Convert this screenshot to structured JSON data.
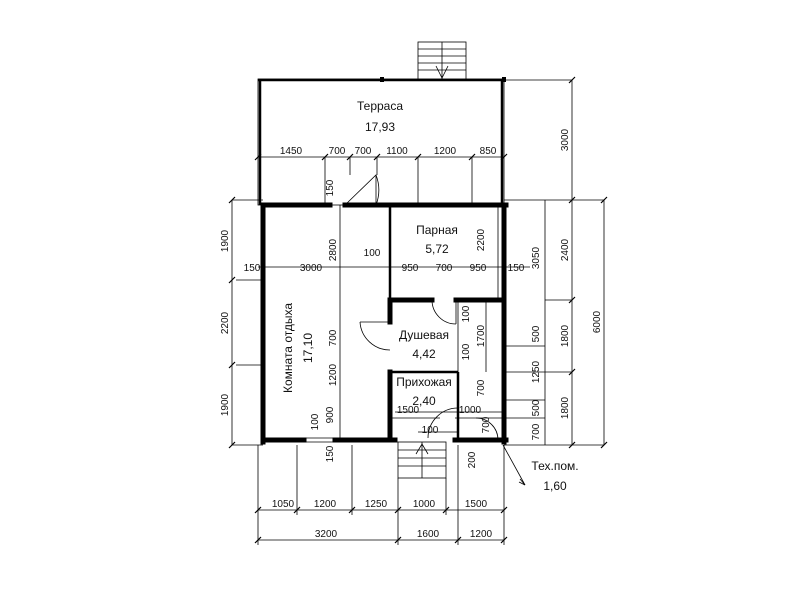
{
  "rooms": {
    "terrace": {
      "name": "Терраса",
      "area": "17,93"
    },
    "rest_room": {
      "name": "Комната отдыха",
      "area": "17,10"
    },
    "steam_room": {
      "name": "Парная",
      "area": "5,72"
    },
    "shower": {
      "name": "Душевая",
      "area": "4,42"
    },
    "hallway": {
      "name": "Прихожая",
      "area": "2,40"
    },
    "tech_room": {
      "name": "Тех.пом.",
      "area": "1,60"
    }
  },
  "dims": {
    "terrace_row": [
      "1450",
      "700",
      "700",
      "1100",
      "1200",
      "850"
    ],
    "bottom_row1": [
      "1050",
      "1200",
      "1250",
      "1000",
      "1500"
    ],
    "bottom_row2": [
      "3200",
      "1600",
      "1200"
    ],
    "left_col": [
      "1900",
      "2200",
      "1900"
    ],
    "right_col1": [
      "3000",
      "2400",
      "1800",
      "1800"
    ],
    "right_overall": "6000",
    "interior": {
      "d150_a": "150",
      "d150_b": "150",
      "d150_c": "150",
      "d150_d": "150",
      "d2800": "2800",
      "d3000": "3000",
      "d100_a": "100",
      "d950_a": "950",
      "d700_a": "700",
      "d950_b": "950",
      "d2200": "2200",
      "d3050": "3050",
      "d100_b": "100",
      "d1700": "1700",
      "d100_c": "100",
      "d500_a": "500",
      "d1250": "1250",
      "d700_b": "700",
      "d1200": "1200",
      "d700_c": "700",
      "d900": "900",
      "d100_d": "100",
      "d1500": "1500",
      "d1000": "1000",
      "d100_e": "100",
      "d700_d": "700",
      "d500_b": "500",
      "d700_e": "700",
      "d200": "200"
    }
  }
}
